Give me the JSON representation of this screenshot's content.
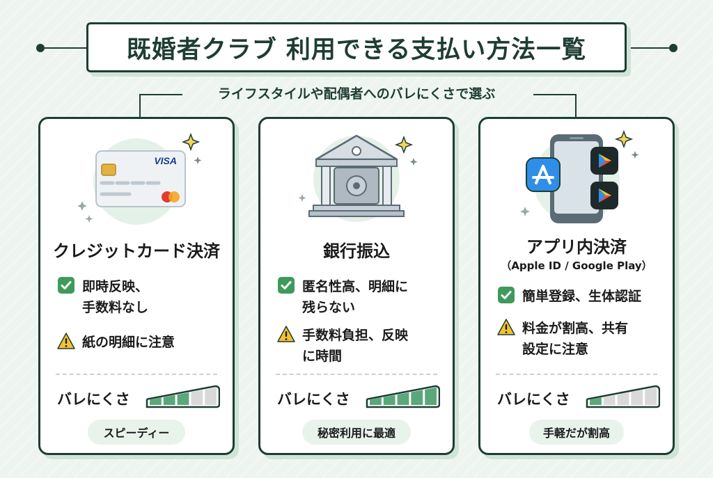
{
  "header": {
    "title": "既婚者クラブ 利用できる支払い方法一覧",
    "subtitle": "ライフスタイルや配偶者へのバレにくさで選ぶ"
  },
  "colors": {
    "dark": "#1e3d34",
    "accent": "#5aa77a",
    "check": "#3f9a5c",
    "warning": "#f2c230",
    "meter_empty": "#d9d9d9",
    "pill_bg": "#e8f3ec"
  },
  "cards": [
    {
      "title": "クレジットカード決済",
      "subtitle": "",
      "illustration_icon": "credit-card-icon",
      "card_brand": "VISA",
      "card_brand2": "MasterCard",
      "pros": [
        "即時反映、",
        "手数料なし"
      ],
      "cons": [
        "紙の明細に注意"
      ],
      "meter_label": "バレにくさ",
      "meter_level": 3,
      "meter_max": 5,
      "tag": "スピーディー"
    },
    {
      "title": "銀行振込",
      "subtitle": "",
      "illustration_icon": "bank-vault-icon",
      "pros": [
        "匿名性高、明細に",
        "残らない"
      ],
      "cons": [
        "手数料負担、反映",
        "に時間"
      ],
      "meter_label": "バレにくさ",
      "meter_level": 5,
      "meter_max": 5,
      "tag": "秘密利用に最適"
    },
    {
      "title": "アプリ内決済",
      "subtitle": "（Apple ID / Google Play）",
      "illustration_icon": "smartphone-app-store-icon",
      "pros": [
        "簡単登録、生体認証"
      ],
      "cons": [
        "料金が割高、共有",
        "設定に注意"
      ],
      "meter_label": "バレにくさ",
      "meter_level": 1,
      "meter_max": 5,
      "tag": "手軽だが割高"
    }
  ]
}
